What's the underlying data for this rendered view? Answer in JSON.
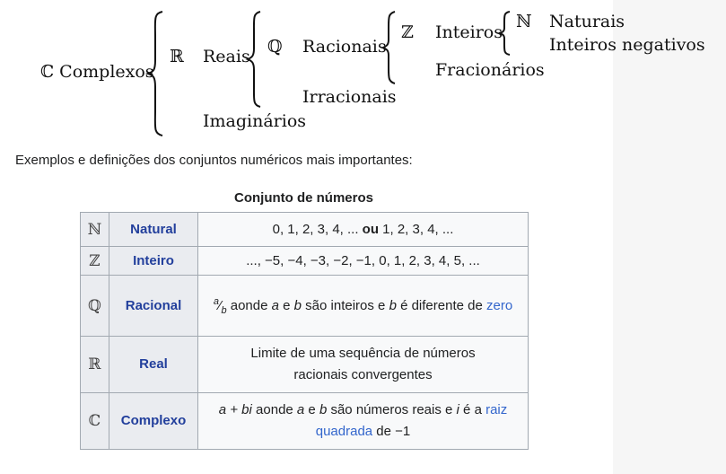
{
  "diagram": {
    "complex": "ℂ Complexos",
    "real_sym": "ℝ",
    "real": "Reais",
    "rational_sym": "ℚ",
    "rational": "Racionais",
    "integer_sym": "ℤ",
    "integer": "Inteiros",
    "natural_sym": "ℕ",
    "natural": "Naturais",
    "negative": "Inteiros negativos",
    "fractional": "Fracionários",
    "irrational": "Irracionais",
    "imaginary": "Imaginários"
  },
  "caption": "Exemplos e definições dos conjuntos numéricos mais importantes:",
  "table": {
    "title": "Conjunto de números",
    "rows": [
      {
        "sym": "ℕ",
        "name": "Natural",
        "d1": "0, 1, 2, 3, 4, ... ",
        "bold": "ou",
        "d2": " 1, 2, 3, 4, ..."
      },
      {
        "sym": "ℤ",
        "name": "Inteiro",
        "d1": "..., −5, −4, −3, −2, −1, 0, 1, 2, 3, 4, 5, ..."
      },
      {
        "sym": "ℚ",
        "name": "Racional",
        "frac_a": "a",
        "frac_b": "b",
        "d1": " aonde ",
        "a": "a",
        "e": " e ",
        "b": "b",
        "d2": " são inteiros e ",
        "b2": "b",
        "d3": " é diferente de ",
        "link": "zero"
      },
      {
        "sym": "ℝ",
        "name": "Real",
        "d1": "Limite de uma sequência de números racionais convergentes"
      },
      {
        "sym": "ℂ",
        "name": "Complexo",
        "expr": "a + bi",
        "d1": " aonde ",
        "a": "a",
        "e": " e ",
        "b": "b",
        "d2": " são números reais e ",
        "i": "i",
        "d3": " é a ",
        "link": "raiz quadrada",
        "d4": " de  −1"
      }
    ]
  }
}
